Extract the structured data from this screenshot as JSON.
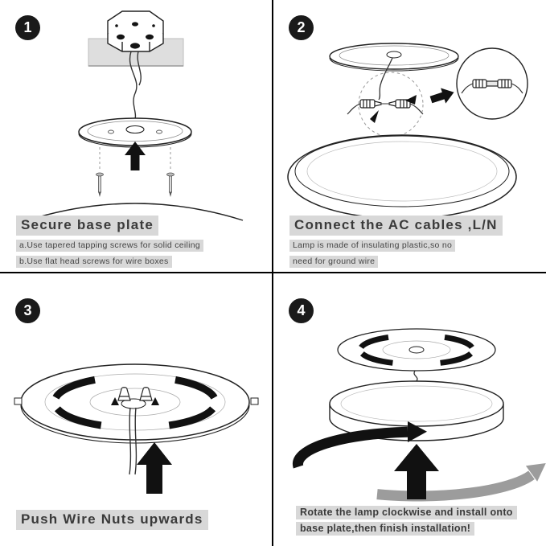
{
  "colors": {
    "divider": "#000000",
    "badge_bg": "#1a1a1a",
    "badge_text": "#ffffff",
    "caption_highlight": "#d8d8d8",
    "text": "#3a3a3a",
    "line_black": "#222222",
    "rotate_arrow_gray": "#9c9c9c"
  },
  "panels": {
    "p1": {
      "number": "1",
      "title": "Secure base plate",
      "sub1": "a.Use tapered tapping screws for solid ceiling",
      "sub2": "b.Use flat head screws for wire boxes",
      "illustration": [
        "ceiling",
        "junction-box",
        "wires",
        "base-plate",
        "up-arrow",
        "mounting-screws",
        "lamp-dome-edge"
      ]
    },
    "p2": {
      "number": "2",
      "title": "Connect the AC cables ,L/N",
      "sub1": "Lamp is made of insulating plastic,so no",
      "sub2": "need for ground wire",
      "illustration": [
        "base-plate",
        "ac-wire-connectors",
        "dashed-focus-circle",
        "magnified-connector-detail",
        "lamp-top"
      ]
    },
    "p3": {
      "number": "3",
      "title": "Push Wire Nuts upwards",
      "illustration": [
        "base-plate-underside",
        "wire-nuts",
        "hanging-wires",
        "up-arrow"
      ]
    },
    "p4": {
      "number": "4",
      "title1": "Rotate the lamp clockwise and install onto",
      "title2": "base plate,then finish installation!",
      "illustration": [
        "base-plate",
        "lamp-body",
        "rotation-arrow-black",
        "rotation-arrow-gray",
        "up-arrow"
      ]
    }
  }
}
